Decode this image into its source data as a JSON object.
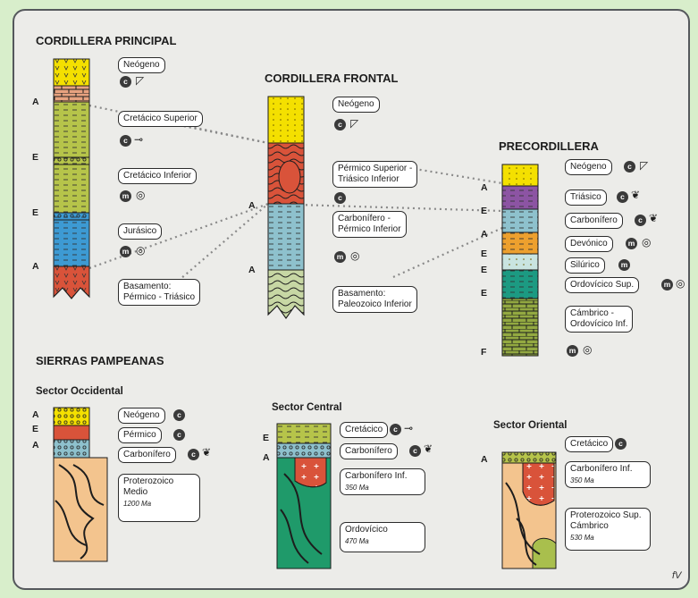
{
  "titles": {
    "cordillera_principal": "CORDILLERA PRINCIPAL",
    "cordillera_frontal": "CORDILLERA FRONTAL",
    "precordillera": "PRECORDILLERA",
    "sierras_pampeanas": "SIERRAS PAMPEANAS",
    "sector_occidental": "Sector Occidental",
    "sector_central": "Sector Central",
    "sector_oriental": "Sector Oriental"
  },
  "principal": {
    "labels": [
      "Neógeno",
      "Cretácico Superior",
      "Cretácico Inferior",
      "Jurásico"
    ],
    "basamento_1": "Basamento:",
    "basamento_2": "Pérmico - Triásico",
    "markers": [
      "A",
      "E",
      "E",
      "A"
    ]
  },
  "frontal": {
    "neogeno": "Neógeno",
    "permico_1": "Pérmico Superior -",
    "permico_2": "Triásico Inferior",
    "carbonifero_1": "Carbonífero -",
    "carbonifero_2": "Pérmico Inferior",
    "basamento_1": "Basamento:",
    "basamento_2": "Paleozoico Inferior",
    "markers": [
      "A",
      "A"
    ]
  },
  "precordillera": {
    "labels": [
      "Neógeno",
      "Triásico",
      "Carbonífero",
      "Devónico",
      "Silúrico",
      "Ordovícico Sup."
    ],
    "cambrico_1": "Cámbrico -",
    "cambrico_2": "Ordovícico Inf.",
    "markers": [
      "A",
      "E",
      "A",
      "E",
      "E",
      "E",
      "F"
    ]
  },
  "occidental": {
    "labels": [
      "Neógeno",
      "Pérmico",
      "Carbonífero"
    ],
    "protero_1": "Proterozoico",
    "protero_2": "Medio",
    "protero_age": "1200 Ma",
    "markers": [
      "A",
      "E",
      "A"
    ]
  },
  "central": {
    "labels": [
      "Cretácico",
      "Carbonífero"
    ],
    "carb_inf": "Carbonífero Inf.",
    "carb_inf_age": "350 Ma",
    "ordovicico": "Ordovícico",
    "ordovicico_age": "470 Ma",
    "markers": [
      "E",
      "A"
    ]
  },
  "oriental": {
    "cretacico": "Cretácico",
    "carb_inf": "Carbonífero Inf.",
    "carb_inf_age": "350 Ma",
    "protero_1": "Proterozoico Sup.",
    "protero_2": "Cámbrico",
    "protero_age": "530 Ma",
    "markers": [
      "A"
    ]
  },
  "badges": {
    "c": "c",
    "m": "m"
  },
  "watermark": "fV",
  "colors": {
    "yellow": "#f4e000",
    "salmon": "#e7a27f",
    "olive": "#b6c44a",
    "blue": "#3d9ad3",
    "red": "#d9533a",
    "light_blue": "#8ec1cd",
    "purple": "#8c54a3",
    "orange": "#eda02e",
    "teal": "#1c9a82",
    "dark_olive": "#93a941",
    "sand": "#f3c48e",
    "green_dark": "#1f9a6a",
    "lime": "#a9bf4d"
  }
}
